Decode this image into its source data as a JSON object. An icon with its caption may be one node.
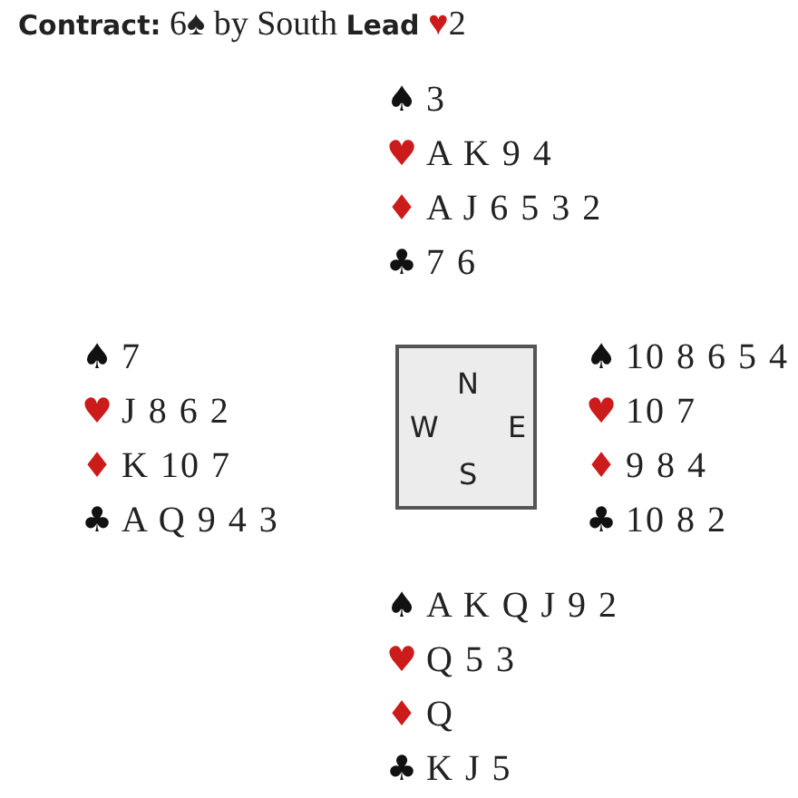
{
  "diagram": {
    "title": "**Contract:** 6♠ by South **Lead** ♥2",
    "nodes": [
      {
        "text": [
          "N",
          "W",
          "E",
          "S"
        ]
      }
    ],
    "labels": [
      "♠ 3",
      "♥ A K 9 4",
      "♦ A J 6 5 3 2",
      "♣ 7 6",
      "♠ 7",
      "♥ J 8 6 2",
      "♦ K 10 7",
      "♣ A Q 9 4 3",
      "♠ 10 8 6 5 4",
      "♥ 10 7",
      "♦ 9 8 4",
      "♣ 10 8 2",
      "♠ A K Q J 9 2",
      "♥ Q 5 3",
      "♦ Q",
      "♣ K J 5"
    ]
  }
}
